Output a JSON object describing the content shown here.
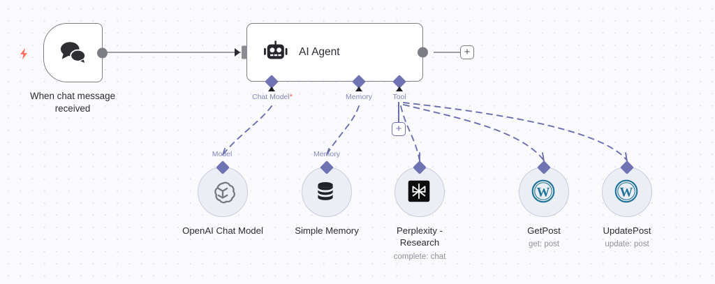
{
  "canvas": {
    "background_color": "#fafafd",
    "dot_color": "#dcdce6",
    "connection_color": "#6b6fae",
    "main_edge_color": "#7d7d86"
  },
  "trigger": {
    "icon": "chat-bubbles-icon",
    "bolt_icon": "lightning-bolt-icon",
    "bolt_color": "#ff6d5a",
    "caption": "When chat message\nreceived"
  },
  "agent": {
    "icon": "robot-icon",
    "title": "AI Agent",
    "input_port": "main-input-port",
    "output_port": "main-output-port",
    "add_node_label": "+",
    "ports": [
      {
        "name": "chat-model-port",
        "label": "Chat Model",
        "required": true,
        "required_marker": "*"
      },
      {
        "name": "memory-port",
        "label": "Memory",
        "required": false,
        "required_marker": ""
      },
      {
        "name": "tool-port",
        "label": "Tool",
        "required": false,
        "required_marker": ""
      }
    ],
    "tool_add_label": "+"
  },
  "connection_labels": [
    {
      "name": "model-connection-label",
      "text": "Model"
    },
    {
      "name": "memory-connection-label",
      "text": "Memory"
    }
  ],
  "subnodes": [
    {
      "name": "openai-chat-model-node",
      "icon": "openai-icon",
      "caption": "OpenAI Chat Model",
      "subtitle": ""
    },
    {
      "name": "simple-memory-node",
      "icon": "database-icon",
      "caption": "Simple Memory",
      "subtitle": ""
    },
    {
      "name": "perplexity-research-node",
      "icon": "perplexity-icon",
      "caption": "Perplexity -\nResearch",
      "subtitle": "complete: chat"
    },
    {
      "name": "getpost-node",
      "icon": "wordpress-icon",
      "caption": "GetPost",
      "subtitle": "get: post"
    },
    {
      "name": "updatepost-node",
      "icon": "wordpress-icon",
      "caption": "UpdatePost",
      "subtitle": "update: post"
    }
  ]
}
